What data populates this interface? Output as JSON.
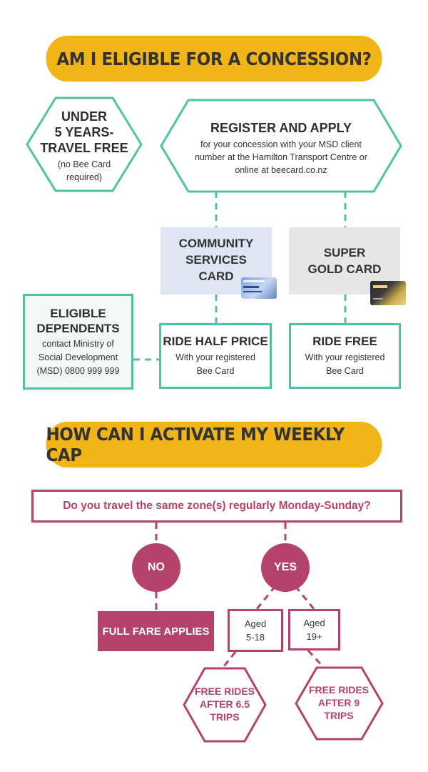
{
  "concession": {
    "title": "AM I ELIGIBLE FOR A CONCESSION?",
    "under5": {
      "title_l1": "UNDER",
      "title_l2": "5 YEARS-",
      "title_l3": "TRAVEL FREE",
      "note_l1": "(no Bee Card",
      "note_l2": "required)"
    },
    "register": {
      "title": "REGISTER AND APPLY",
      "text_l1": "for your concession with your MSD client",
      "text_l2": "number at the Hamilton Transport Centre or",
      "text_l3": "online at beecard.co.nz"
    },
    "community_card": {
      "l1": "COMMUNITY",
      "l2": "SERVICES",
      "l3": "CARD"
    },
    "supergold_card": {
      "l1": "SUPER",
      "l2": "GOLD CARD"
    },
    "dependents": {
      "title_l1": "ELIGIBLE",
      "title_l2": "DEPENDENTS",
      "text_l1": "contact Ministry of",
      "text_l2": "Social Development",
      "text_l3": "(MSD) 0800 999 999"
    },
    "half_price": {
      "title": "RIDE HALF PRICE",
      "text_l1": "With your registered",
      "text_l2": "Bee Card"
    },
    "ride_free": {
      "title": "RIDE FREE",
      "text_l1": "With your registered",
      "text_l2": "Bee Card"
    },
    "colors": {
      "accent": "#4fc3a1",
      "banner": "#f2b517"
    }
  },
  "weekly_cap": {
    "title": "HOW CAN I ACTIVATE MY WEEKLY CAP",
    "question": "Do you travel the same zone(s) regularly Monday-Sunday?",
    "no": "NO",
    "yes": "YES",
    "full_fare": "FULL FARE APPLIES",
    "age_a": {
      "l1": "Aged",
      "l2": "5-18"
    },
    "age_b": {
      "l1": "Aged",
      "l2": "19+"
    },
    "free_a": {
      "l1": "FREE RIDES",
      "l2": "AFTER 6.5",
      "l3": "TRIPS"
    },
    "free_b": {
      "l1": "FREE RIDES",
      "l2": "AFTER 9",
      "l3": "TRIPS"
    },
    "colors": {
      "accent": "#b5426a"
    }
  }
}
